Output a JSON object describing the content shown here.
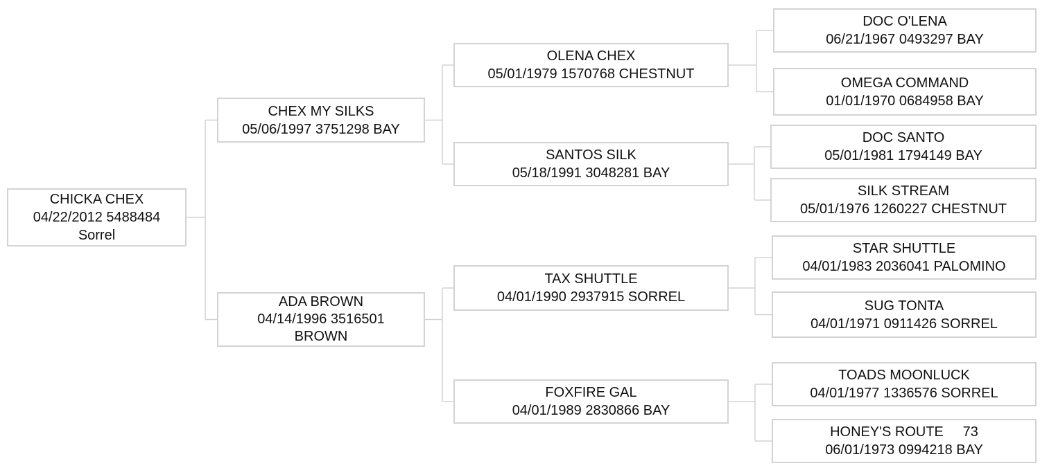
{
  "pedigree": {
    "subject": {
      "name": "CHICKA CHEX",
      "info": "04/22/2012 5488484",
      "color": "Sorrel"
    },
    "sire": {
      "name": "CHEX MY SILKS",
      "info": "05/06/1997 3751298 BAY"
    },
    "dam": {
      "name": "ADA BROWN",
      "info": "04/14/1996 3516501",
      "color": "BROWN"
    },
    "sire_sire": {
      "name": "OLENA CHEX",
      "info": "05/01/1979 1570768 CHESTNUT"
    },
    "sire_dam": {
      "name": "SANTOS SILK",
      "info": "05/18/1991 3048281 BAY"
    },
    "dam_sire": {
      "name": "TAX SHUTTLE",
      "info": "04/01/1990 2937915 SORREL"
    },
    "dam_dam": {
      "name": "FOXFIRE GAL",
      "info": "04/01/1989 2830866 BAY"
    },
    "sss": {
      "name": "DOC O'LENA",
      "info": "06/21/1967 0493297 BAY"
    },
    "ssd": {
      "name": "OMEGA COMMAND",
      "info": "01/01/1970 0684958 BAY"
    },
    "sds": {
      "name": "DOC SANTO",
      "info": "05/01/1981 1794149 BAY"
    },
    "sdd": {
      "name": "SILK STREAM",
      "info": "05/01/1976 1260227 CHESTNUT"
    },
    "dss": {
      "name": "STAR SHUTTLE",
      "info": "04/01/1983 2036041 PALOMINO"
    },
    "dsd": {
      "name": "SUG TONTA",
      "info": "04/01/1971 0911426 SORREL"
    },
    "dds": {
      "name": "TOADS MOONLUCK",
      "info": "04/01/1977 1336576 SORREL"
    },
    "ddd": {
      "name": "HONEY'S ROUTE     73",
      "info": "06/01/1973 0994218 BAY"
    }
  },
  "colors": {
    "border": "#d3d3d3",
    "line": "#d3d3d3",
    "text": "#111111"
  }
}
